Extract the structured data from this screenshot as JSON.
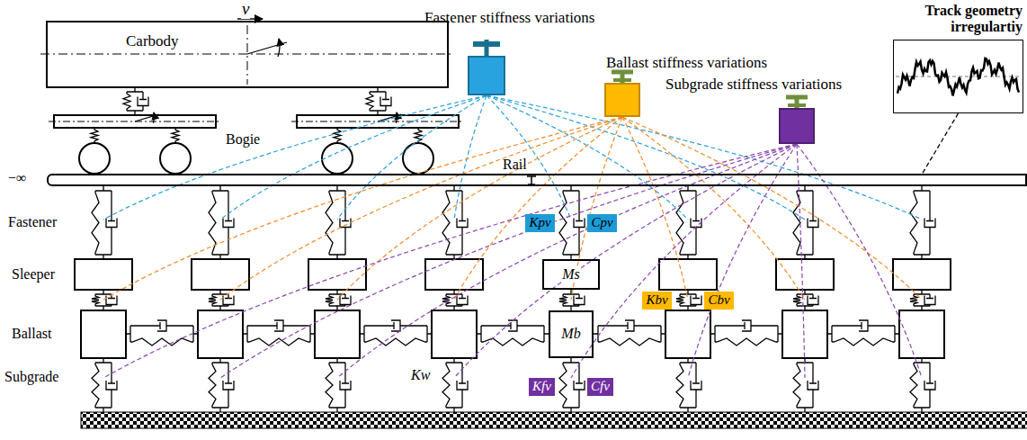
{
  "diagram": {
    "nodes": [
      {
        "text": [
          "Carbody"
        ]
      },
      {
        "text": [
          "Fastener stiffness variations"
        ]
      },
      {
        "text": [
          "Ballast stiffness variations"
        ]
      },
      {
        "text": [
          "Subgrade stiffness variations"
        ]
      },
      {
        "text": [
          "Track geometry irregulartiy"
        ]
      },
      {
        "text": [
          "Rail"
        ]
      },
      {
        "text": [
          "Kpv"
        ]
      },
      {
        "text": [
          "Cpv"
        ]
      },
      {
        "text": [
          "Ms"
        ]
      },
      {
        "text": [
          "Kbv"
        ]
      },
      {
        "text": [
          "Cbv"
        ]
      },
      {
        "text": [
          "Mb"
        ]
      },
      {
        "text": [
          "Kfv"
        ]
      },
      {
        "text": [
          "Cfv"
        ]
      }
    ],
    "edges": [
      {
        "from": 4,
        "to": 5,
        "arrow": "none"
      }
    ],
    "labels": [
      "v",
      "Bogie",
      "−∞",
      "Fastener",
      "Sleeper",
      "Ballast",
      "Subgrade",
      "Kw"
    ]
  }
}
